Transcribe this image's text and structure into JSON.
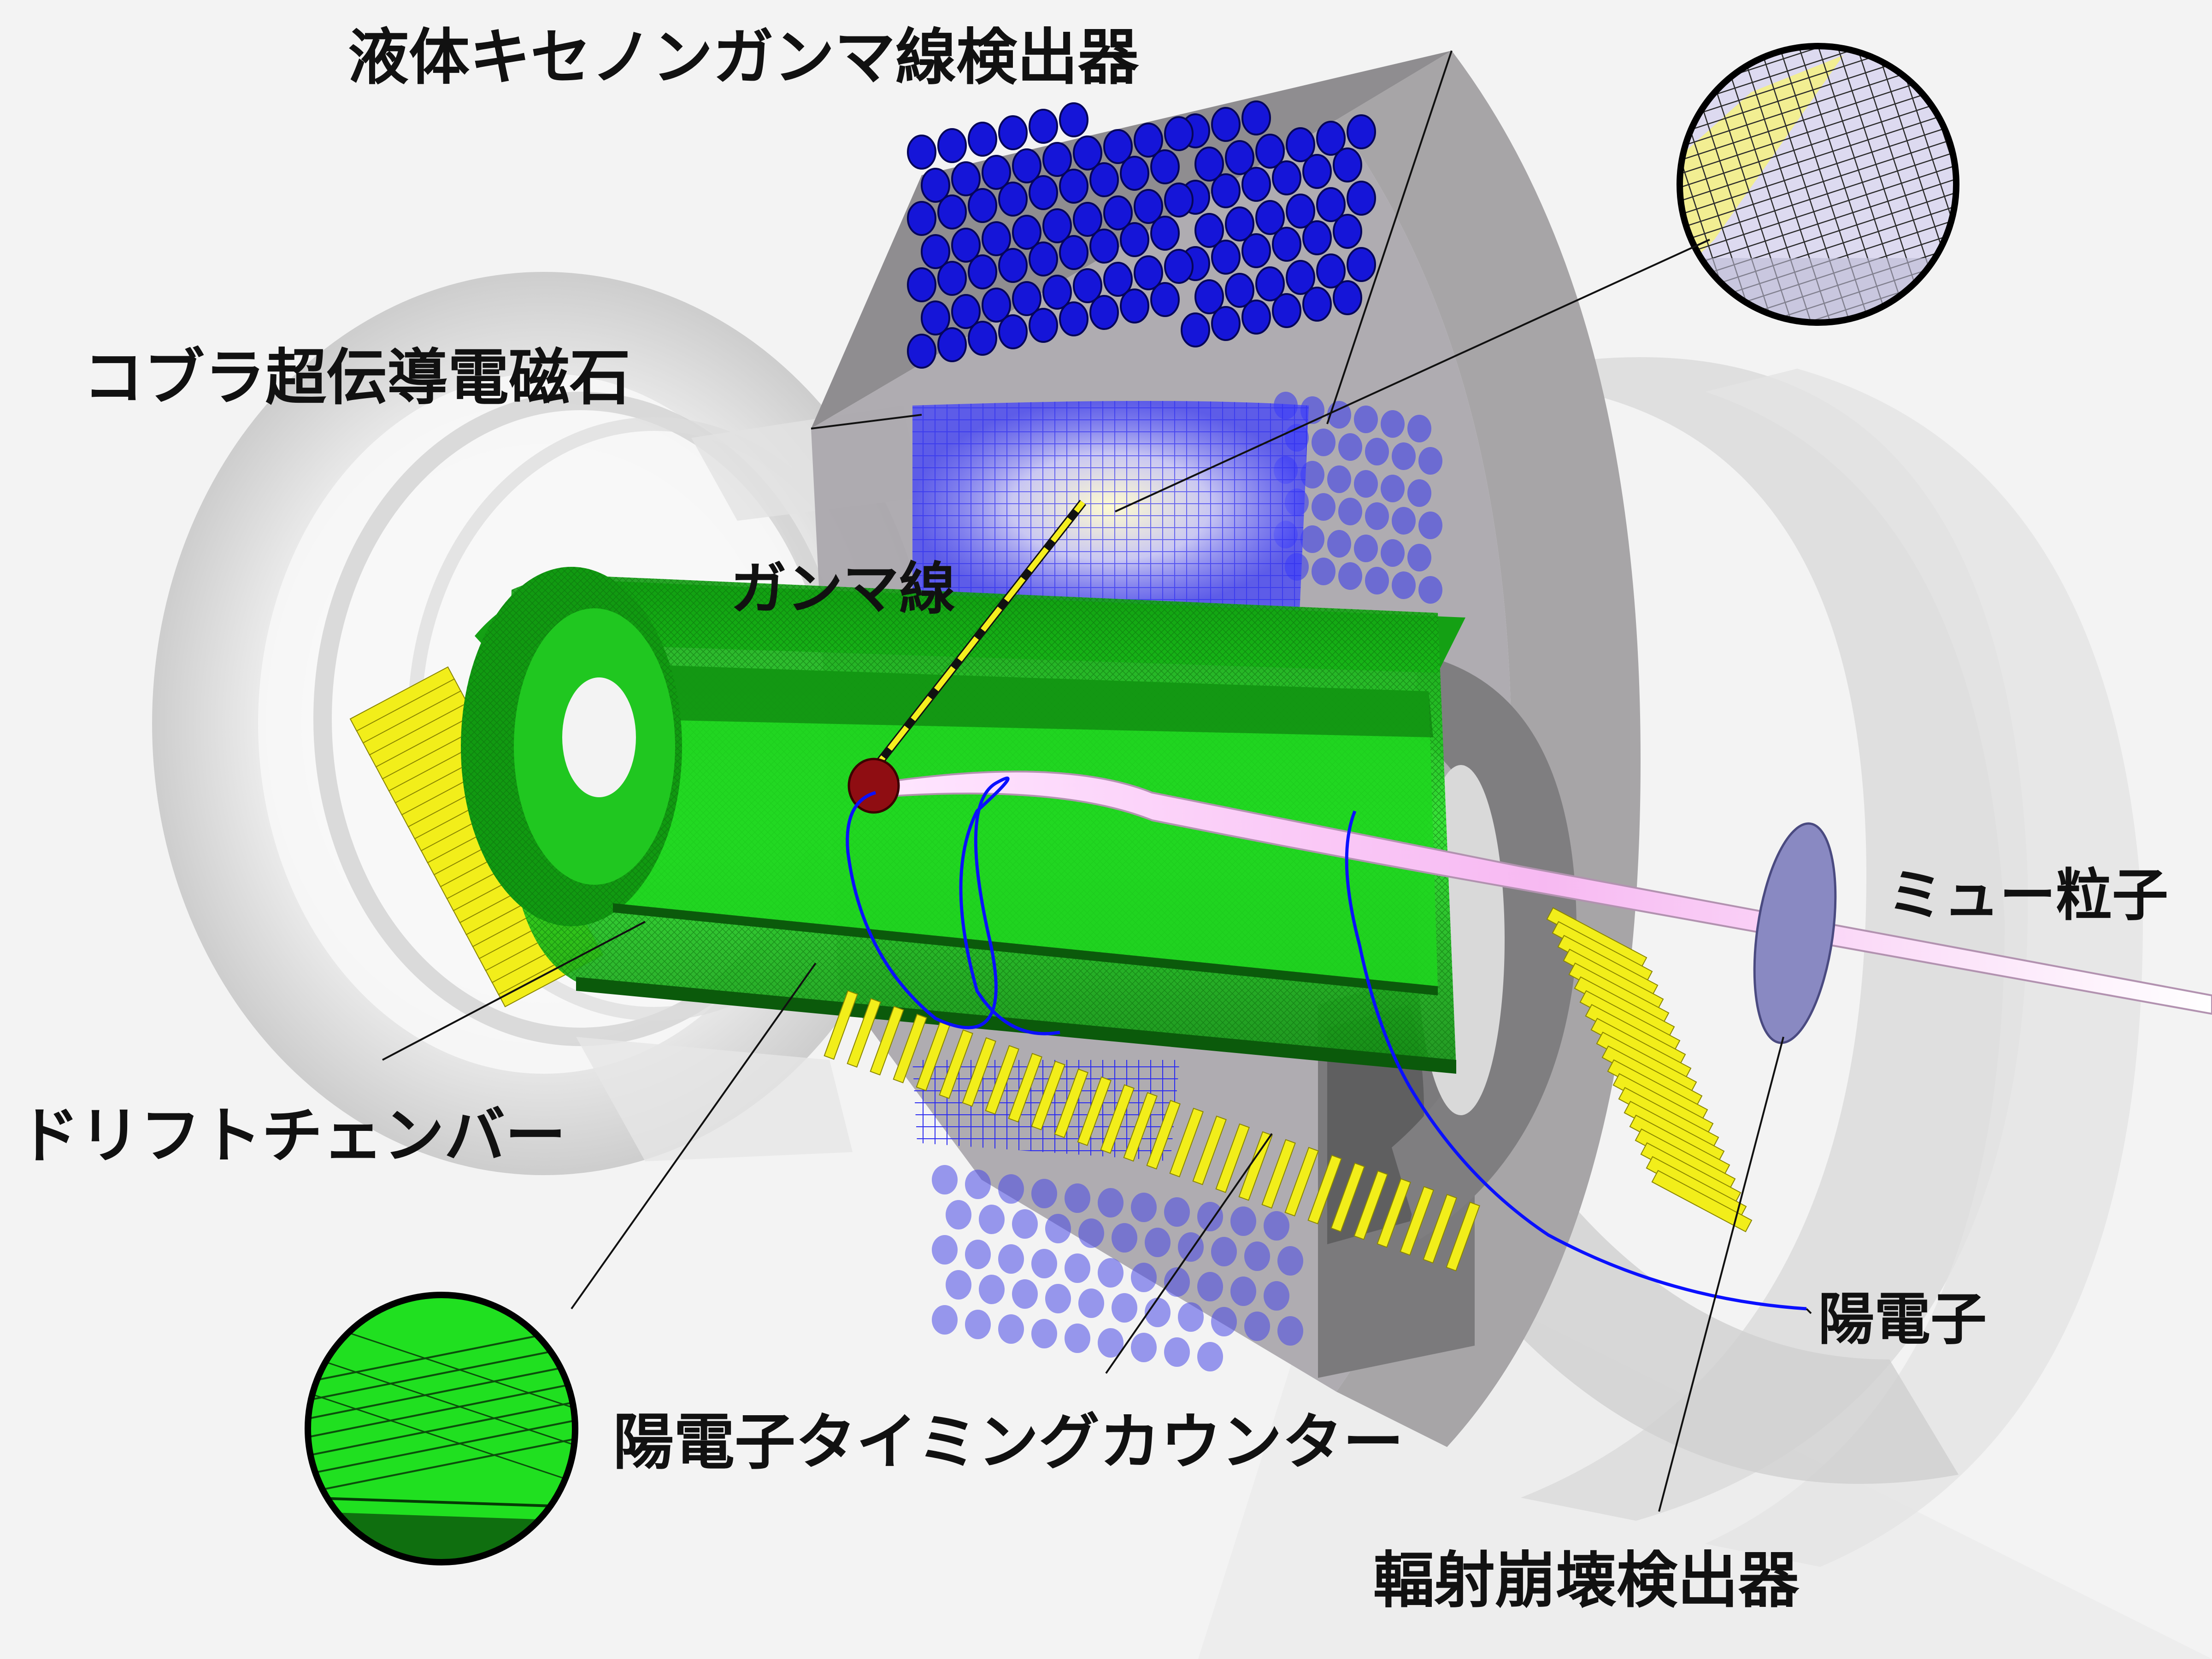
{
  "labels": {
    "lxe_detector": "液体キセノンガンマ線検出器",
    "cobra_magnet": "コブラ超伝導電磁石",
    "gamma_ray": "ガンマ線",
    "muon": "ミュー粒子",
    "drift_chamber": "ドリフトチェンバー",
    "positron": "陽電子",
    "timing_counter": "陽電子タイミングカウンター",
    "rdc": "輻射崩壊検出器"
  },
  "colors": {
    "background": "#f3f3f3",
    "magnet_gray": "#d4d4d4",
    "detector_gray": "#9c9a9c",
    "chamber_green": "#1fd31f",
    "pmt_blue": "#1515d8",
    "counter_yellow": "#f2ee1a",
    "track_blue": "#0a10ff",
    "beam_pink": "#f3b8f0",
    "target_violet": "#8989c2"
  },
  "icons": {
    "lxe_zoom": "magnified-mppc-grid-icon",
    "dc_zoom": "magnified-wire-planes-icon"
  }
}
